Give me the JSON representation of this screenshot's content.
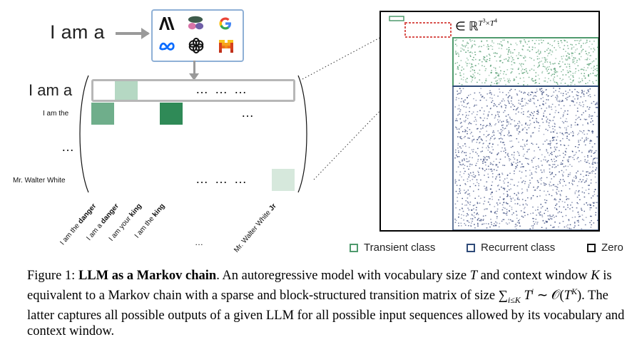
{
  "left": {
    "prompt": "I am a",
    "logos": [
      "anthropic-logo",
      "google-logo",
      "meta-logo",
      "openai-logo",
      "mistral-logo",
      "stacked-shapes-logo"
    ],
    "rows": {
      "first": "I am a",
      "second": "I am the",
      "ellipsis": "…",
      "last": "Mr. Walter White"
    },
    "row_dots": {
      "first": "… … …",
      "second": "…",
      "last": "… … …"
    },
    "columns": [
      {
        "prefix": "I am the ",
        "bold": "danger"
      },
      {
        "prefix": "I am a ",
        "bold": "danger"
      },
      {
        "prefix": "I am your ",
        "bold": "king"
      },
      {
        "prefix": "I am the ",
        "bold": "king"
      },
      {
        "prefix": "Mr. Walter White ",
        "bold": "Jr"
      }
    ],
    "col_dots": "…",
    "colors": {
      "light_green": "#b5d8c3",
      "mid_green": "#6fae8b",
      "dark_green": "#2f8a57",
      "pale_green": "#d6e8dc"
    }
  },
  "right": {
    "element_label": "∈ ℝ",
    "sup1": "T",
    "sup2": "3",
    "times": "×",
    "sup3": "T",
    "sup4": "4",
    "colors": {
      "transient": "#4f9a6d",
      "recurrent": "#2e4a78",
      "dots_transient": "#4f9a6d",
      "dots_recurrent": "#3a4a7e"
    }
  },
  "legend": {
    "transient": "Transient class",
    "recurrent": "Recurrent class",
    "zero": "Zero"
  },
  "caption": {
    "fig": "Figure 1: ",
    "title": "LLM as a Markov chain",
    "t1": ". An autoregressive model with vocabulary size ",
    "T": "T",
    "t2": " and context window ",
    "K": "K",
    "t3": " is equivalent to a Markov chain with a sparse and block-structured transition matrix of size ",
    "sum": "∑",
    "sub": "i≤K",
    "Ti": "T",
    "i": "i",
    "sim": " ∼ 𝒪(",
    "TK": "T",
    "Kexp": "K",
    "t4": "). The latter captures all possible outputs of a given LLM for all possible input sequences allowed by its vocabulary and context window."
  }
}
